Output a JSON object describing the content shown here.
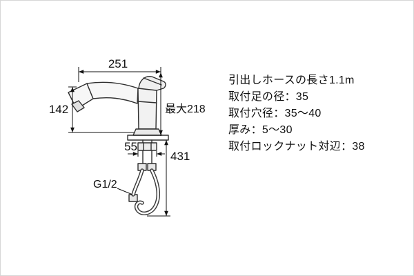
{
  "colors": {
    "ink": "#111111",
    "line": "#2f2f2f",
    "background": "#ffffff"
  },
  "dims": {
    "top_width": "251",
    "height_left": "142",
    "max_height": "最大218",
    "base_width": "55",
    "under_length": "431",
    "thread": "G1/2"
  },
  "specs": [
    "引出しホースの長さ1.1m",
    "取付足の径：35",
    "取付穴径：35〜40",
    "厚み：5〜30",
    "取付ロックナット対辺：38"
  ]
}
